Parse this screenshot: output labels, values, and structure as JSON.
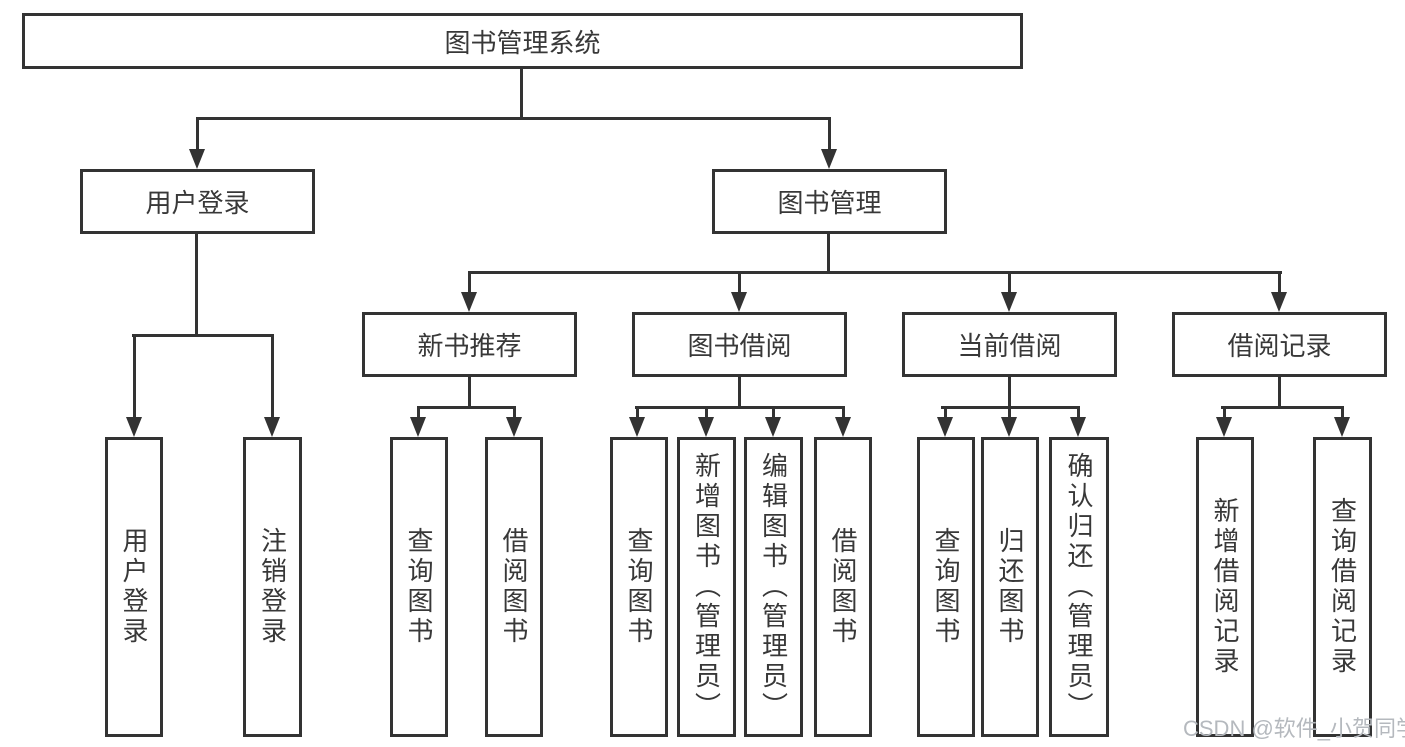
{
  "colors": {
    "line": "#333333",
    "text": "#383838",
    "background": "#ffffff",
    "watermark": "#b5b9be"
  },
  "tree": {
    "root": {
      "label": "图书管理系统"
    },
    "level1": [
      {
        "label": "用户登录",
        "leaves": [
          "用户登录",
          "注销登录"
        ]
      },
      {
        "label": "图书管理",
        "groups": [
          {
            "label": "新书推荐",
            "leaves": [
              "查询图书",
              "借阅图书"
            ]
          },
          {
            "label": "图书借阅",
            "leaves": [
              "查询图书",
              "新增图书（管理员）",
              "编辑图书（管理员）",
              "借阅图书"
            ]
          },
          {
            "label": "当前借阅",
            "leaves": [
              "查询图书",
              "归还图书",
              "确认归还（管理员）"
            ]
          },
          {
            "label": "借阅记录",
            "leaves": [
              "新增借阅记录",
              "查询借阅记录"
            ]
          }
        ]
      }
    ]
  },
  "watermark": {
    "text": "CSDN @软件_小贺同学"
  }
}
